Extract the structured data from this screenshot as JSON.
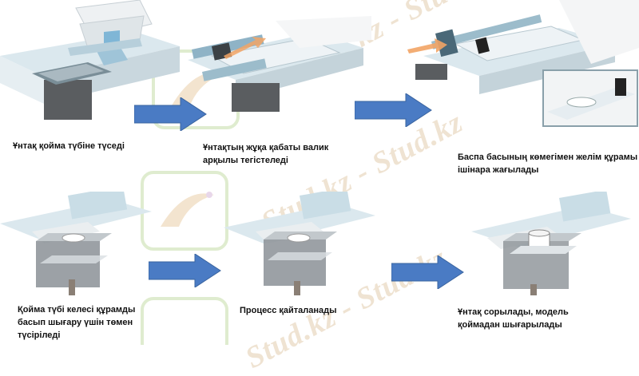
{
  "steps": [
    {
      "caption_lines": [
        "Ұнтақ қойма  түбіне түседі"
      ]
    },
    {
      "caption_lines": [
        "Ұнтақтың жұқа қабаты валик",
        "арқылы тегістеледі"
      ]
    },
    {
      "caption_lines": [
        "Баспа басының көмегімен желім құрамы",
        "ішінара жағылады"
      ]
    },
    {
      "caption_lines": [
        "Қойма түбі келесі құрамды",
        "басып шығару үшін  төмен",
        "түсіріледі"
      ]
    },
    {
      "caption_lines": [
        "Процесс қайталанады"
      ]
    },
    {
      "caption_lines": [
        "Ұнтақ сорылады, модель",
        "қоймадан шығарылады"
      ]
    }
  ],
  "watermark": "Stud.kz - Stud.kz",
  "colors": {
    "arrow": "#4a7bc4",
    "accent": "#f0a060",
    "machine": "#cfe2ea",
    "box": "#8a8f94"
  }
}
